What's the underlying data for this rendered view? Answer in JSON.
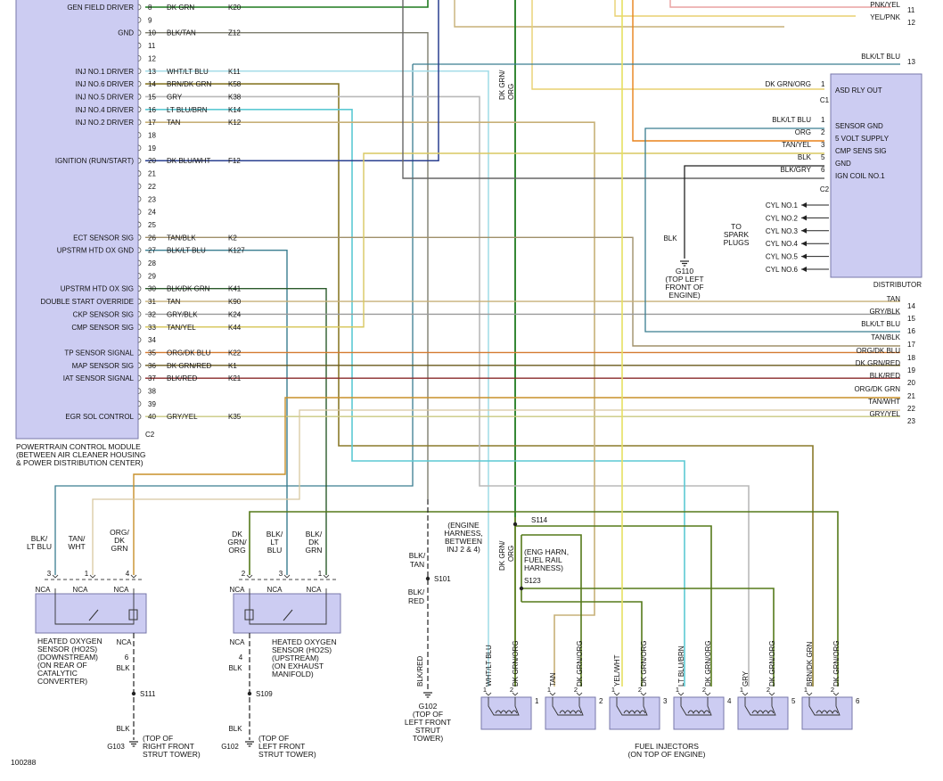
{
  "colors": {
    "module_fill": "#ccccf2",
    "module_stroke": "#7777aa",
    "wire": {
      "dk_grn": "#1f7a1f",
      "blk": "#222222",
      "blk_tan": "#7d7d6e",
      "wht_lt_blu": "#a5dde8",
      "brn_dk_grn": "#8a7a2a",
      "gry": "#b9b9b9",
      "lt_blu_brn": "#5cc9d3",
      "tan": "#c7b078",
      "dk_blu_wht": "#2a3f8f",
      "tan_blk": "#a0906a",
      "blk_lt_blu": "#3a7d90",
      "blk_dk_grn": "#2b5a2b",
      "gry_blk": "#9a9a9a",
      "tan_yel": "#d8c860",
      "org_dk_blu": "#d47a30",
      "dk_grn_red": "#6a5a1a",
      "blk_red": "#8a2a2a",
      "gry_yel": "#c8c880",
      "org": "#e8821a",
      "pnk_yel": "#e8a0a0",
      "yel_pnk": "#e8d070",
      "blk_gry": "#666666",
      "dk_grn_org": "#557a1a",
      "org_dk_grn": "#c8902a",
      "tan_wht": "#d8c8a0",
      "yel_wht": "#e6e060"
    }
  },
  "pcm": {
    "title_lines": [
      "POWERTRAIN CONTROL MODULE",
      "(BETWEEN AIR CLEANER HOUSING",
      "& POWER DISTRIBUTION CENTER)"
    ],
    "connector": "C2",
    "rows": [
      {
        "pin": "8",
        "func": "GEN FIELD DRIVER",
        "wire": "DK GRN",
        "circuit": "K20"
      },
      {
        "pin": "9",
        "func": "",
        "wire": "",
        "circuit": ""
      },
      {
        "pin": "10",
        "func": "GND",
        "wire": "BLK/TAN",
        "circuit": "Z12"
      },
      {
        "pin": "11",
        "func": "",
        "wire": "",
        "circuit": ""
      },
      {
        "pin": "12",
        "func": "",
        "wire": "",
        "circuit": ""
      },
      {
        "pin": "13",
        "func": "INJ NO.1 DRIVER",
        "wire": "WHT/LT BLU",
        "circuit": "K11"
      },
      {
        "pin": "14",
        "func": "INJ NO.6 DRIVER",
        "wire": "BRN/DK GRN",
        "circuit": "K58"
      },
      {
        "pin": "15",
        "func": "INJ NO.5 DRIVER",
        "wire": "GRY",
        "circuit": "K38"
      },
      {
        "pin": "16",
        "func": "INJ NO.4 DRIVER",
        "wire": "LT BLU/BRN",
        "circuit": "K14"
      },
      {
        "pin": "17",
        "func": "INJ NO.2 DRIVER",
        "wire": "TAN",
        "circuit": "K12"
      },
      {
        "pin": "18",
        "func": "",
        "wire": "",
        "circuit": ""
      },
      {
        "pin": "19",
        "func": "",
        "wire": "",
        "circuit": ""
      },
      {
        "pin": "20",
        "func": "IGNITION (RUN/START)",
        "wire": "DK BLU/WHT",
        "circuit": "F12"
      },
      {
        "pin": "21",
        "func": "",
        "wire": "",
        "circuit": ""
      },
      {
        "pin": "22",
        "func": "",
        "wire": "",
        "circuit": ""
      },
      {
        "pin": "23",
        "func": "",
        "wire": "",
        "circuit": ""
      },
      {
        "pin": "24",
        "func": "",
        "wire": "",
        "circuit": ""
      },
      {
        "pin": "25",
        "func": "",
        "wire": "",
        "circuit": ""
      },
      {
        "pin": "26",
        "func": "ECT SENSOR SIG",
        "wire": "TAN/BLK",
        "circuit": "K2"
      },
      {
        "pin": "27",
        "func": "UPSTRM HTD OX GND",
        "wire": "BLK/LT BLU",
        "circuit": "K127"
      },
      {
        "pin": "28",
        "func": "",
        "wire": "",
        "circuit": ""
      },
      {
        "pin": "29",
        "func": "",
        "wire": "",
        "circuit": ""
      },
      {
        "pin": "30",
        "func": "UPSTRM HTD OX SIG",
        "wire": "BLK/DK GRN",
        "circuit": "K41"
      },
      {
        "pin": "31",
        "func": "DOUBLE START OVERRIDE",
        "wire": "TAN",
        "circuit": "K90"
      },
      {
        "pin": "32",
        "func": "CKP SENSOR SIG",
        "wire": "GRY/BLK",
        "circuit": "K24"
      },
      {
        "pin": "33",
        "func": "CMP SENSOR SIG",
        "wire": "TAN/YEL",
        "circuit": "K44"
      },
      {
        "pin": "34",
        "func": "",
        "wire": "",
        "circuit": ""
      },
      {
        "pin": "35",
        "func": "TP SENSOR SIGNAL",
        "wire": "ORG/DK BLU",
        "circuit": "K22"
      },
      {
        "pin": "36",
        "func": "MAP SENSOR SIG",
        "wire": "DK GRN/RED",
        "circuit": "K1"
      },
      {
        "pin": "37",
        "func": "IAT SENSOR SIGNAL",
        "wire": "BLK/RED",
        "circuit": "K21"
      },
      {
        "pin": "38",
        "func": "",
        "wire": "",
        "circuit": ""
      },
      {
        "pin": "39",
        "func": "",
        "wire": "",
        "circuit": ""
      },
      {
        "pin": "40",
        "func": "EGR SOL CONTROL",
        "wire": "GRY/YEL",
        "circuit": "K35"
      }
    ]
  },
  "right_edge": {
    "top": [
      {
        "wire": "PNK/YEL",
        "num": "11"
      },
      {
        "wire": "YEL/PNK",
        "num": "12"
      },
      {
        "wire": "BLK/LT BLU",
        "num": "13"
      }
    ],
    "bottom": [
      {
        "wire": "TAN",
        "num": "14"
      },
      {
        "wire": "GRY/BLK",
        "num": "15"
      },
      {
        "wire": "BLK/LT BLU",
        "num": "16"
      },
      {
        "wire": "TAN/BLK",
        "num": "17"
      },
      {
        "wire": "ORG/DK BLU",
        "num": "18"
      },
      {
        "wire": "DK GRN/RED",
        "num": "19"
      },
      {
        "wire": "BLK/RED",
        "num": "20"
      },
      {
        "wire": "ORG/DK GRN",
        "num": "21"
      },
      {
        "wire": "TAN/WHT",
        "num": "22"
      },
      {
        "wire": "GRY/YEL",
        "num": "23"
      }
    ]
  },
  "distributor": {
    "title": "DISTRIBUTOR",
    "c1": {
      "label": "C1",
      "rows": [
        {
          "wire": "DK GRN/ORG",
          "pin": "1",
          "func": "ASD RLY OUT"
        }
      ]
    },
    "c2": {
      "label": "C2",
      "rows": [
        {
          "wire": "BLK/LT BLU",
          "pin": "1",
          "func": "SENSOR GND"
        },
        {
          "wire": "ORG",
          "pin": "2",
          "func": "5 VOLT SUPPLY"
        },
        {
          "wire": "TAN/YEL",
          "pin": "3",
          "func": "CMP SENS SIG"
        },
        {
          "wire": "BLK",
          "pin": "5",
          "func": "GND"
        },
        {
          "wire": "BLK/GRY",
          "pin": "6",
          "func": "IGN COIL NO.1"
        }
      ]
    },
    "cylinders": [
      "CYL NO.1",
      "CYL NO.2",
      "CYL NO.3",
      "CYL NO.4",
      "CYL NO.5",
      "CYL NO.6"
    ],
    "spark_label": [
      "TO",
      "SPARK",
      "PLUGS"
    ],
    "ground_wire": "BLK",
    "ground": [
      "G110",
      "(TOP LEFT",
      "FRONT OF",
      "ENGINE)"
    ]
  },
  "top_vertical_labels": {
    "dk_grn_org": [
      "DK GRN/",
      "ORG"
    ]
  },
  "ho2s_down": {
    "wire_labels": [
      {
        "pin": "3",
        "lines": [
          "BLK/",
          "LT BLU"
        ]
      },
      {
        "pin": "1",
        "lines": [
          "TAN/",
          "WHT"
        ]
      },
      {
        "pin": "4",
        "lines": [
          "ORG/",
          "DK",
          "GRN"
        ]
      }
    ],
    "nca": "NCA",
    "pin6": "6",
    "title": [
      "HEATED OXYGEN",
      "SENSOR (HO2S)",
      "(DOWNSTREAM)",
      "(ON REAR OF",
      "CATALYTIC",
      "CONVERTER)"
    ],
    "blk1": "BLK",
    "splice": "S111",
    "blk2": "BLK",
    "ground_id": "G103",
    "ground": [
      "(TOP OF",
      "RIGHT FRONT",
      "STRUT TOWER)"
    ]
  },
  "ho2s_up": {
    "wire_labels": [
      {
        "pin": "2",
        "lines": [
          "DK",
          "GRN/",
          "ORG"
        ]
      },
      {
        "pin": "3",
        "lines": [
          "BLK/",
          "LT",
          "BLU"
        ]
      },
      {
        "pin": "1",
        "lines": [
          "BLK/",
          "DK",
          "GRN"
        ]
      }
    ],
    "nca": "NCA",
    "pin4": "4",
    "title": [
      "HEATED OXYGEN",
      "SENSOR (HO2S)",
      "(UPSTREAM)",
      "(ON EXHAUST",
      "MANIFOLD)"
    ],
    "blk1": "BLK",
    "splice": "S109",
    "blk2": "BLK",
    "ground_id": "G102",
    "ground": [
      "(TOP OF",
      "LEFT FRONT",
      "STRUT TOWER)"
    ]
  },
  "center_ground": {
    "wire1": [
      "BLK/",
      "TAN"
    ],
    "splice": "S101",
    "wire2": [
      "BLK/",
      "RED"
    ],
    "wire3": "BLK/RED",
    "ground": [
      "G102",
      "(TOP OF",
      "LEFT FRONT",
      "STRUT",
      "TOWER)"
    ]
  },
  "injectors": {
    "engine_harness": [
      "(ENGINE",
      "HARNESS,",
      "BETWEEN",
      "INJ 2 & 4)"
    ],
    "s114": "S114",
    "fuel_rail": [
      "(ENG HARN,",
      "FUEL RAIL",
      "HARNESS)"
    ],
    "s123": "S123",
    "splice_wire": [
      "DK GRN/",
      "ORG"
    ],
    "items": [
      {
        "num": "1",
        "w1": "WHT/LT BLU",
        "w2": "DK GRN/ORG"
      },
      {
        "num": "2",
        "w1": "TAN",
        "w2": "DK GRN/ORG"
      },
      {
        "num": "3",
        "w1": "YEL/WHT",
        "w2": "DK GRN/ORG"
      },
      {
        "num": "4",
        "w1": "LT BLU/BRN",
        "w2": "DK GRN/ORG"
      },
      {
        "num": "5",
        "w1": "GRY",
        "w2": "DK GRN/ORG"
      },
      {
        "num": "6",
        "w1": "BRN/DK GRN",
        "w2": "DK GRN/ORG"
      }
    ],
    "title": [
      "FUEL INJECTORS",
      "(ON TOP OF ENGINE)"
    ]
  },
  "figure_id": "100288"
}
